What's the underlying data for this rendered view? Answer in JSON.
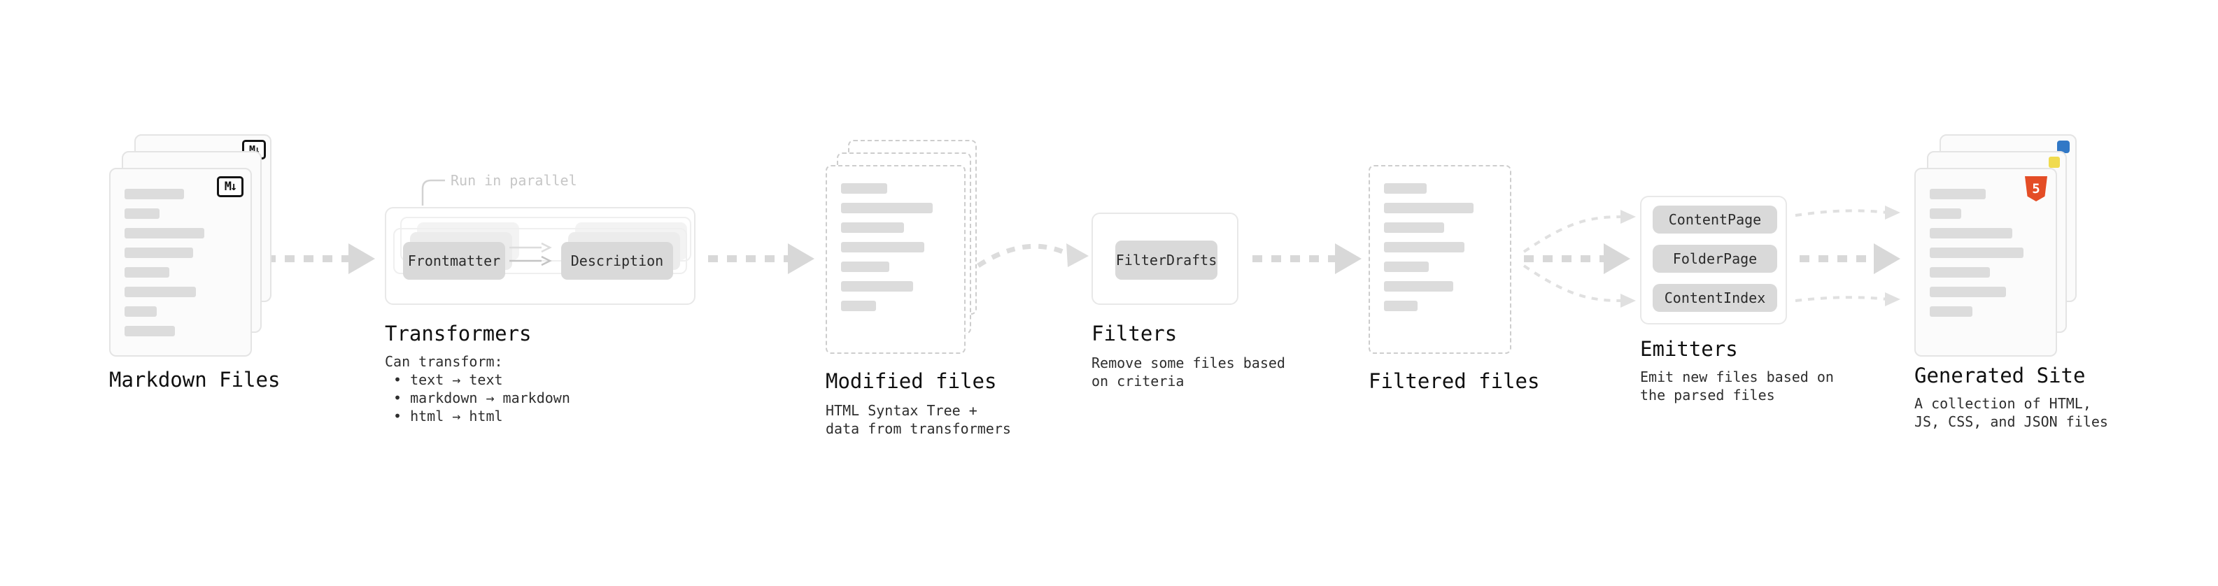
{
  "colors": {
    "arrow": "#d8d8d8",
    "thin_arrow": "#e0e0e0",
    "node_bg": "#d9d9d9",
    "card_border": "#e4e4e4",
    "dashed_border": "#cdcdcd",
    "text_primary": "#101010",
    "text_secondary": "#2e2e2e",
    "annotation": "#c6c6c6",
    "html5_badge": "#e44d26",
    "js_badge": "#f0db4f",
    "ts_badge": "#3178c6"
  },
  "markdown_files": {
    "label": "Markdown Files",
    "file_icon": "M↓"
  },
  "transformers": {
    "label": "Transformers",
    "annotation": "Run in parallel",
    "nodes": {
      "frontmatter": "Frontmatter",
      "description": "Description"
    },
    "desc_title": "Can transform:",
    "bullets": [
      "• text → text",
      "• markdown → markdown",
      "• html → html"
    ]
  },
  "modified_files": {
    "label": "Modified files",
    "desc_line1": "HTML Syntax Tree +",
    "desc_line2": "data from transformers"
  },
  "filters": {
    "label": "Filters",
    "node": "FilterDrafts",
    "desc_line1": "Remove some files based",
    "desc_line2": "on criteria"
  },
  "filtered_files": {
    "label": "Filtered files"
  },
  "emitters": {
    "label": "Emitters",
    "nodes": [
      "ContentPage",
      "FolderPage",
      "ContentIndex"
    ],
    "desc_line1": "Emit new files based on",
    "desc_line2": "the parsed files"
  },
  "generated_site": {
    "label": "Generated Site",
    "badge": "5",
    "desc_line1": "A collection of HTML,",
    "desc_line2": "JS, CSS, and JSON files"
  }
}
